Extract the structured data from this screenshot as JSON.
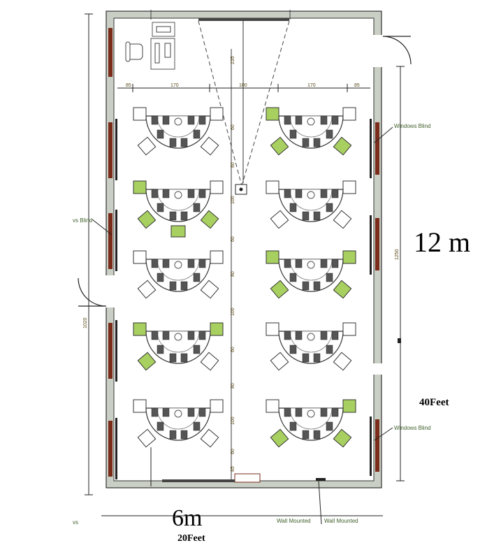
{
  "annotations": {
    "height_metric": "12 m",
    "height_imperial": "40Feet",
    "width_metric": "6m",
    "width_imperial": "20Feet",
    "window_blind_right_top": "Windows Blind",
    "window_blind_right_bottom": "Windows Blind",
    "window_blind_left": "vs Blind",
    "wall_mounted_1": "Wall Mounted",
    "wall_mounted_2": "Wall Mounted",
    "bottom_left_fragment": "vs"
  },
  "dimensions": {
    "top_row": [
      "85",
      "170",
      "100",
      "170",
      "85"
    ],
    "right_side": "1250",
    "left_side": "1020",
    "center_top": "235",
    "center_marks": [
      "60",
      "80",
      "100",
      "60",
      "80",
      "100",
      "60",
      "80",
      "100",
      "60",
      "85"
    ]
  },
  "clusters": [
    {
      "row": 1,
      "side": "left",
      "accent_chairs": []
    },
    {
      "row": 1,
      "side": "right",
      "accent_chairs": [
        "tl",
        "bl",
        "br"
      ]
    },
    {
      "row": 2,
      "side": "left",
      "accent_chairs": [
        "tl",
        "bl",
        "br",
        "bottom"
      ]
    },
    {
      "row": 2,
      "side": "right",
      "accent_chairs": []
    },
    {
      "row": 3,
      "side": "left",
      "accent_chairs": []
    },
    {
      "row": 3,
      "side": "right",
      "accent_chairs": [
        "tl",
        "tr",
        "bl",
        "br"
      ]
    },
    {
      "row": 4,
      "side": "left",
      "accent_chairs": [
        "tl",
        "tr",
        "bl"
      ]
    },
    {
      "row": 4,
      "side": "right",
      "accent_chairs": []
    },
    {
      "row": 5,
      "side": "left",
      "accent_chairs": []
    },
    {
      "row": 5,
      "side": "right",
      "accent_chairs": [
        "bl",
        "br",
        "tr"
      ]
    }
  ],
  "colors": {
    "wall": "#c9cfc4",
    "wall_edge": "#333333",
    "accent_chair": "#a8d060",
    "plain_chair": "#ffffff",
    "desk_dark": "#555555",
    "window": "#7a2b1a",
    "dim_line": "#1a1a1a"
  }
}
